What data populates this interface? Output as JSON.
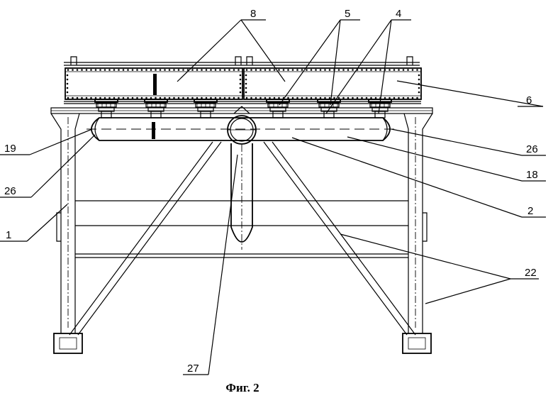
{
  "figure": {
    "caption": "Фиг. 2",
    "labels": {
      "l8": "8",
      "l5": "5",
      "l4": "4",
      "l6": "6",
      "l19": "19",
      "l26a": "26",
      "l26b": "26",
      "l18": "18",
      "l2": "2",
      "l1": "1",
      "l22": "22",
      "l27": "27"
    }
  }
}
